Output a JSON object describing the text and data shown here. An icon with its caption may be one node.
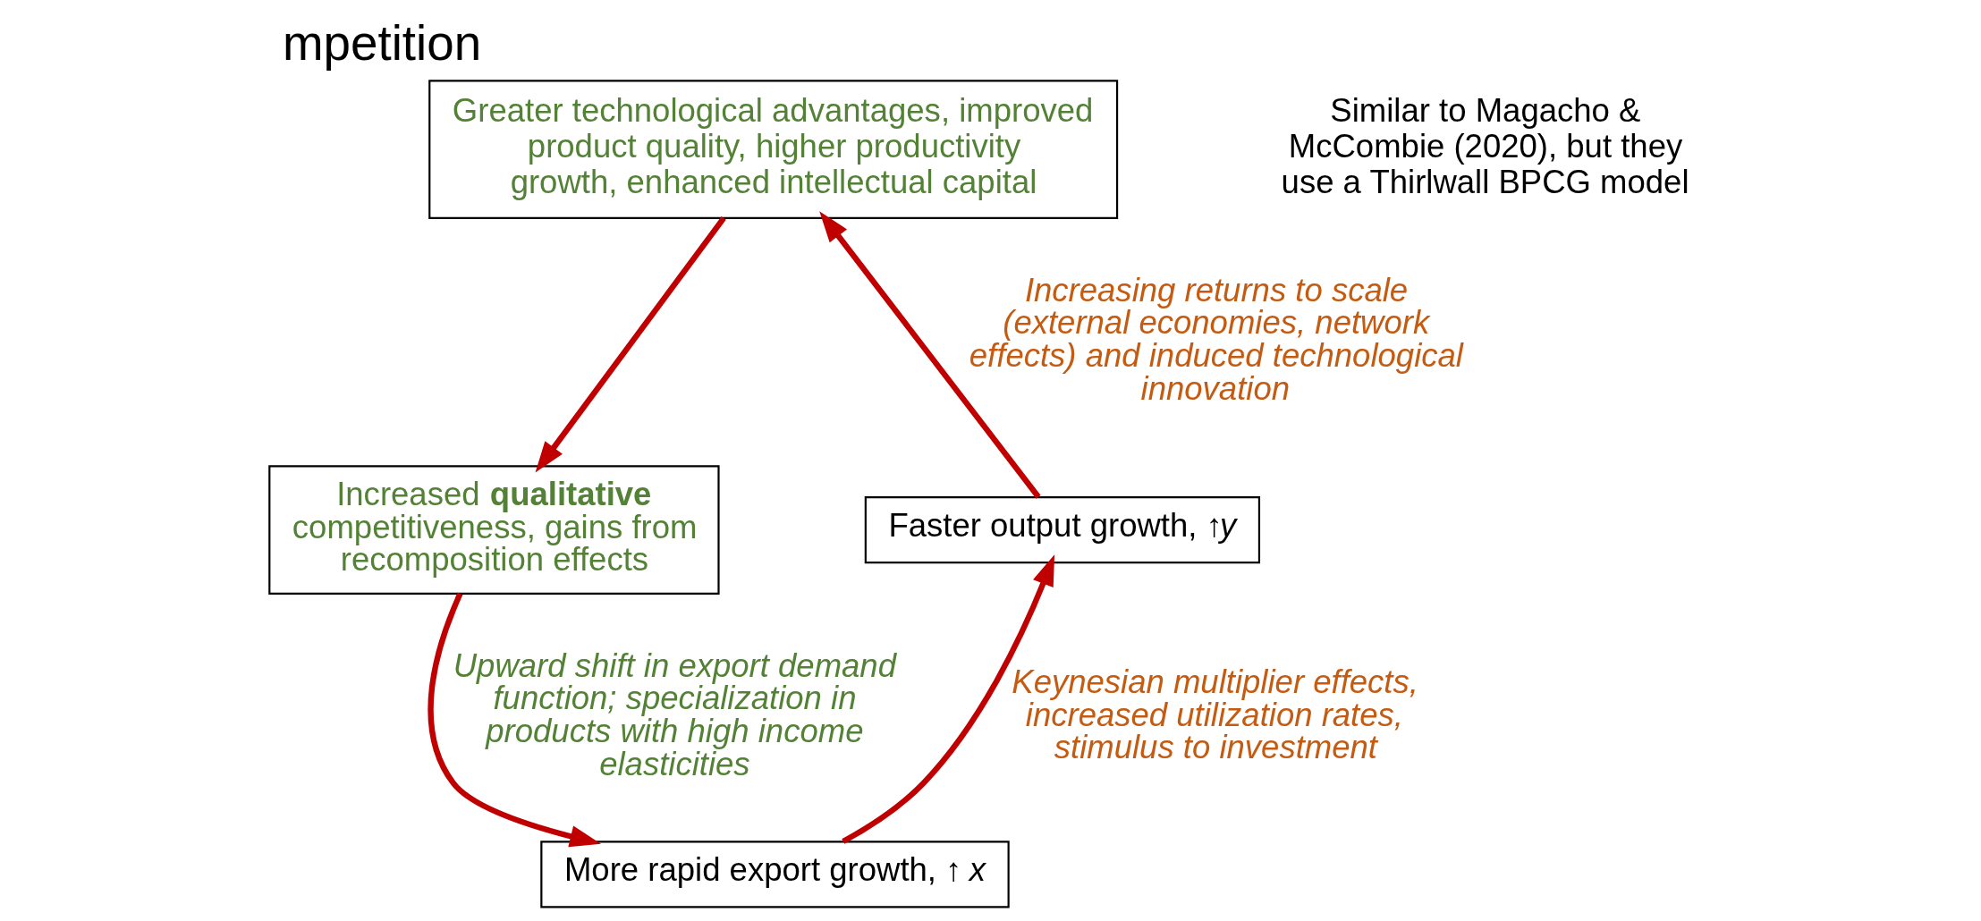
{
  "diagram": {
    "title": "mpetition",
    "nodes": [
      {
        "text": [
          "Greater technological advantages, improved product quality, higher productivity growth, enhanced intellectual capital"
        ]
      },
      {
        "text": [
          "Increased **qualitative** competitiveness, gains from recomposition effects"
        ]
      },
      {
        "text": [
          "More rapid export growth, ↑ *x*"
        ]
      },
      {
        "text": [
          "Faster output growth, ↑*y*"
        ]
      }
    ],
    "edges": [
      {
        "from": 0,
        "to": 1,
        "arrow": "to"
      },
      {
        "from": 1,
        "to": 2,
        "arrow": "to",
        "label": "Upward shift in export demand function; specialization in products with high income elasticities"
      },
      {
        "from": 2,
        "to": 3,
        "arrow": "to",
        "label": "Keynesian multiplier effects, increased utilization rates, stimulus to investment"
      },
      {
        "from": 3,
        "to": 0,
        "arrow": "to",
        "label": "Increasing returns to scale (external economies, network effects) and induced technological innovation"
      }
    ],
    "labels": [
      "Similar to Magacho & McCombie (2020), but they use a Thirlwall BPCG model"
    ]
  }
}
